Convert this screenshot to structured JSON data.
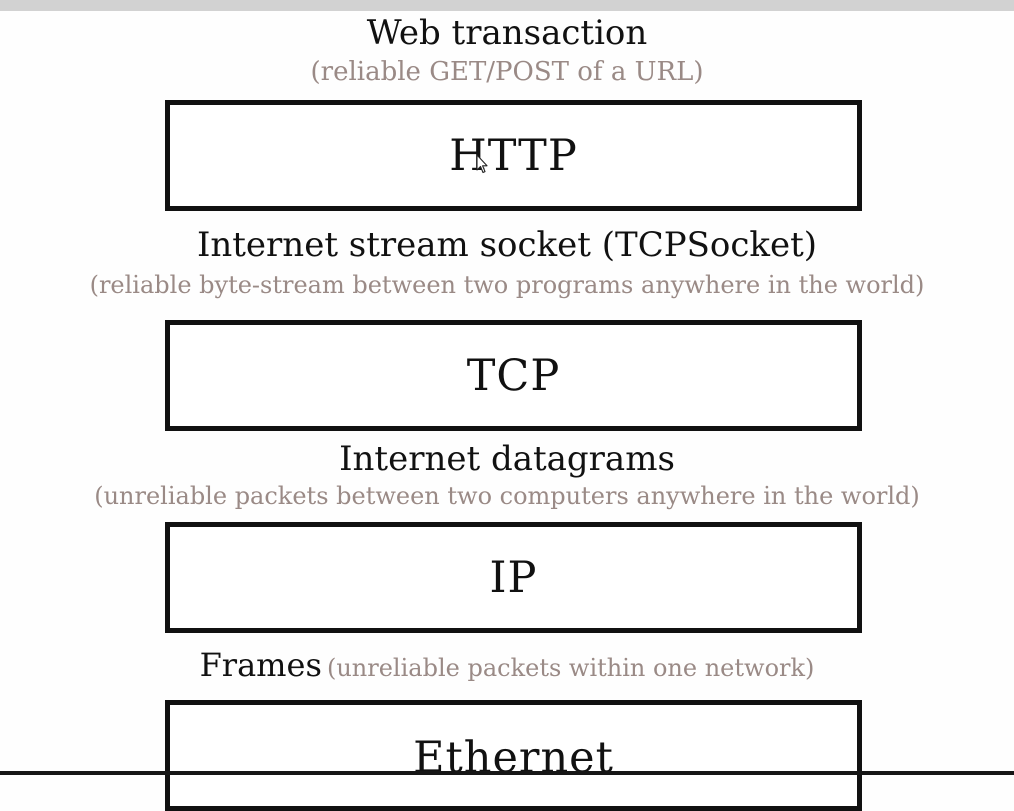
{
  "layers": [
    {
      "label": "HTTP",
      "above": {
        "main": "Web transaction",
        "sub": "(reliable GET/POST of a URL)"
      }
    },
    {
      "label": "TCP",
      "above": {
        "main": "Internet stream socket (TCPSocket)",
        "sub": "(reliable byte-stream between two programs anywhere in the world)"
      }
    },
    {
      "label": "IP",
      "above": {
        "main": "Internet datagrams",
        "sub": "(unreliable packets between two computers anywhere in the world)"
      }
    },
    {
      "label": "Ethernet",
      "above": {
        "main": "Frames",
        "sub": "(unreliable packets within one network)"
      }
    }
  ],
  "colors": {
    "main_text": "#111111",
    "sub_text": "#9a8a86",
    "box_border": "#111111"
  }
}
